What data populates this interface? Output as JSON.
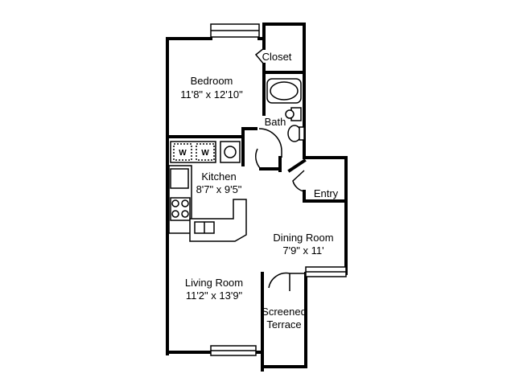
{
  "rooms": {
    "bedroom": {
      "name": "Bedroom",
      "dims": "11'8\" x 12'10\""
    },
    "closet": {
      "name": "Closet"
    },
    "bath": {
      "name": "Bath"
    },
    "kitchen": {
      "name": "Kitchen",
      "dims": "8'7\" x 9'5\""
    },
    "entry": {
      "name": "Entry"
    },
    "dining": {
      "name": "Dining Room",
      "dims": "7'9\" x 11'"
    },
    "living": {
      "name": "Living Room",
      "dims": "11'2\" x 13'9\""
    },
    "terrace": {
      "name_line1": "Screened",
      "name_line2": "Terrace"
    }
  },
  "appliances": {
    "washer_label": "W",
    "dryer_label": "W"
  }
}
